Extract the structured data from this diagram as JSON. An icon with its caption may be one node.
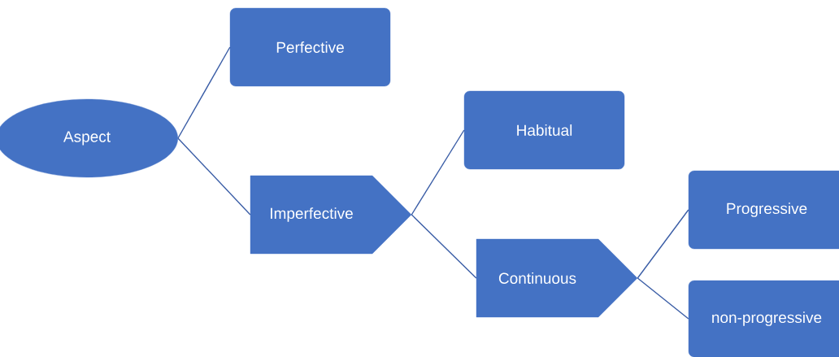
{
  "diagram": {
    "nodes": [
      {
        "text": [
          "Aspect"
        ]
      },
      {
        "text": [
          "Perfective"
        ]
      },
      {
        "text": [
          "Imperfective"
        ]
      },
      {
        "text": [
          "Habitual"
        ]
      },
      {
        "text": [
          "Continuous"
        ]
      },
      {
        "text": [
          "Progressive"
        ]
      },
      {
        "text": [
          "non-progressive"
        ]
      }
    ],
    "edges": [
      {
        "from": 0,
        "to": 1,
        "arrow": "none"
      },
      {
        "from": 0,
        "to": 2,
        "arrow": "none"
      },
      {
        "from": 2,
        "to": 3,
        "arrow": "none"
      },
      {
        "from": 2,
        "to": 4,
        "arrow": "none"
      },
      {
        "from": 4,
        "to": 5,
        "arrow": "none"
      },
      {
        "from": 4,
        "to": 6,
        "arrow": "none"
      }
    ]
  }
}
